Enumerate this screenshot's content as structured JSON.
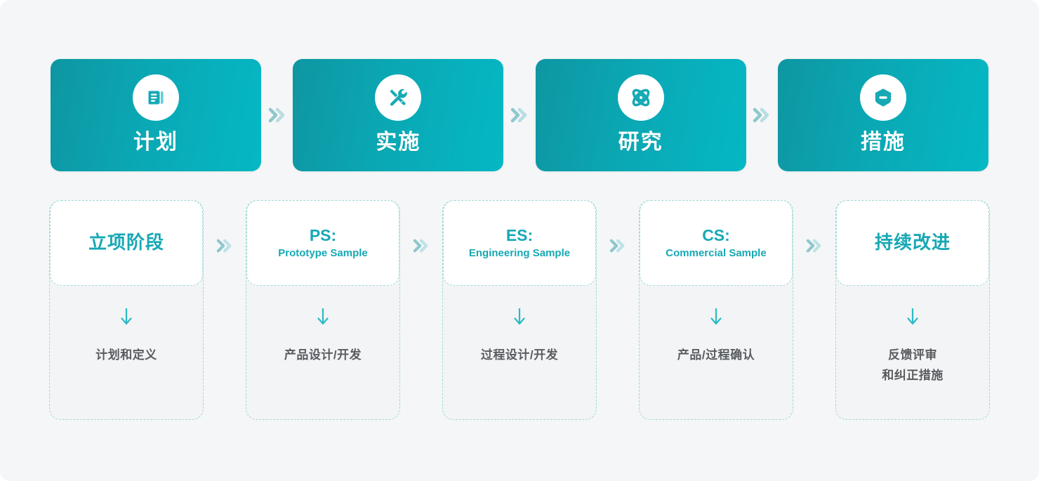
{
  "page": {
    "background_color": "#f5f6f7",
    "accent_color": "#17a8b4",
    "banner_gradient_from": "#0e96a2",
    "banner_gradient_to": "#04b8c4",
    "dashed_border_color": "#9fd9d6",
    "description_text_color": "#585c60"
  },
  "top_phases": [
    {
      "label": "计划",
      "icon": "notebook-icon"
    },
    {
      "label": "实施",
      "icon": "tools-icon"
    },
    {
      "label": "研究",
      "icon": "atom-icon"
    },
    {
      "label": "措施",
      "icon": "shield-minus-icon"
    }
  ],
  "separators": {
    "icon": "double-chevron-right-icon",
    "count_top": 3,
    "count_bottom": 4
  },
  "stages": [
    {
      "title": "立项阶段",
      "abbr": "",
      "subtitle": "",
      "arrow_icon": "arrow-down-icon",
      "description": "计划和定义"
    },
    {
      "title": "",
      "abbr": "PS:",
      "subtitle": "Prototype Sample",
      "arrow_icon": "arrow-down-icon",
      "description": "产品设计/开发"
    },
    {
      "title": "",
      "abbr": "ES:",
      "subtitle": "Engineering Sample",
      "arrow_icon": "arrow-down-icon",
      "description": "过程设计/开发"
    },
    {
      "title": "",
      "abbr": "CS:",
      "subtitle": "Commercial Sample",
      "arrow_icon": "arrow-down-icon",
      "description": "产品/过程确认"
    },
    {
      "title": "持续改进",
      "abbr": "",
      "subtitle": "",
      "arrow_icon": "arrow-down-icon",
      "description": "反馈评审\n和纠正措施"
    }
  ]
}
